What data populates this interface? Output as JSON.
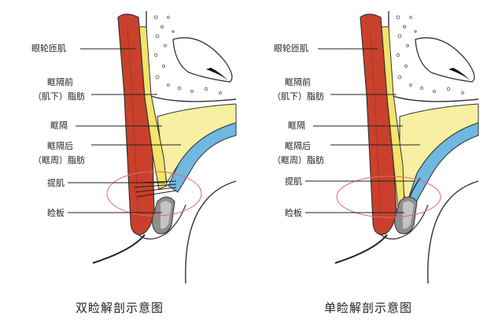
{
  "figures": [
    {
      "caption": "双睑解剖示意图",
      "labels": {
        "orbicularis": "眼轮匝肌",
        "preseptal_fat_1": "眶隔前",
        "preseptal_fat_2": "（肌下）脂肪",
        "septum": "眶隔",
        "postseptal_fat_1": "眶隔后",
        "postseptal_fat_2": "（眶周）脂肪",
        "levator": "提肌",
        "tarsus": "睑板"
      }
    },
    {
      "caption": "单睑解剖示意图",
      "labels": {
        "orbicularis": "眼轮匝肌",
        "preseptal_fat_1": "眶隔前",
        "preseptal_fat_2": "（肌下）脂肪",
        "septum": "眶隔",
        "postseptal_fat_1": "眶隔后",
        "postseptal_fat_2": "（眶周）脂肪",
        "levator": "提肌",
        "tarsus": "睑板"
      }
    }
  ],
  "colors": {
    "muscle": "#c9412c",
    "muscle_dark": "#9e2f1f",
    "preseptal_fat": "#f3e46a",
    "postseptal_fat": "#f7efa2",
    "levator_blue": "#6fb8e0",
    "tarsus_gray": "#8e8e8e",
    "outline": "#333333",
    "ellipse": "#e06a6a"
  }
}
